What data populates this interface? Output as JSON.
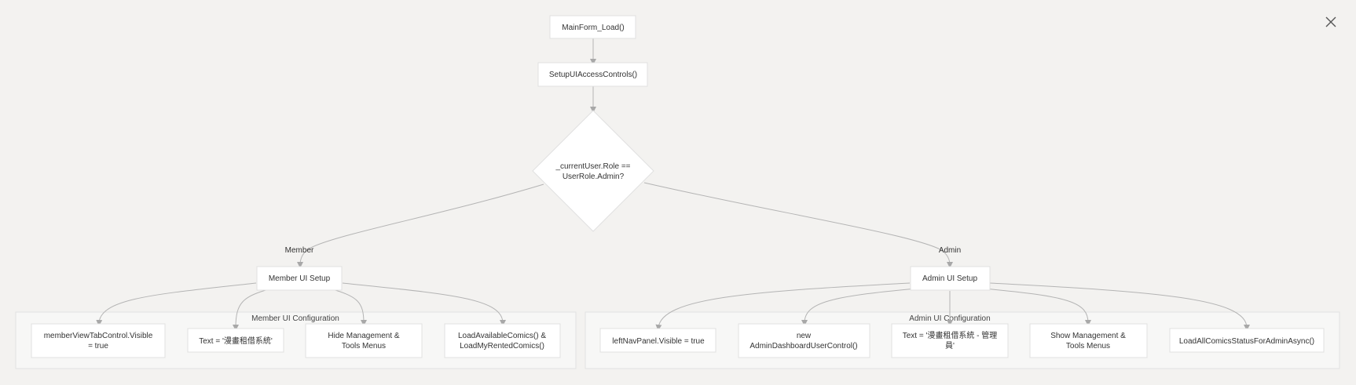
{
  "nodes": {
    "start": [
      "MainForm_Load()"
    ],
    "setup": [
      "SetupUIAccessControls()"
    ],
    "decision": [
      "_currentUser.Role ==",
      "UserRole.Admin?"
    ],
    "member_setup": [
      "Member UI Setup"
    ],
    "admin_setup": [
      "Admin UI Setup"
    ],
    "m1": [
      "memberViewTabControl.Visible",
      "= true"
    ],
    "m2": [
      "Text = '漫畫租借系統'"
    ],
    "m3": [
      "Hide Management &",
      "Tools Menus"
    ],
    "m4": [
      "LoadAvailableComics() &",
      "LoadMyRentedComics()"
    ],
    "a1": [
      "leftNavPanel.Visible = true"
    ],
    "a2": [
      "new",
      "AdminDashboardUserControl()"
    ],
    "a3": [
      "Text = '漫畫租借系統 - 管理",
      "員'"
    ],
    "a4": [
      "Show Management &",
      "Tools Menus"
    ],
    "a5": [
      "LoadAllComicsStatusForAdminAsync()"
    ]
  },
  "edge_labels": {
    "member": "Member",
    "admin": "Admin"
  },
  "groups": {
    "member": "Member UI Configuration",
    "admin": "Admin UI Configuration"
  },
  "colors": {
    "background": "#f3f2f0",
    "node_fill": "#ffffff",
    "node_stroke": "#e0e0e0",
    "group_fill": "#f7f7f6",
    "group_stroke": "#e2e2e2",
    "edge": "#b0b0b0",
    "text": "#333333"
  },
  "icons": {
    "close": "close-icon"
  }
}
